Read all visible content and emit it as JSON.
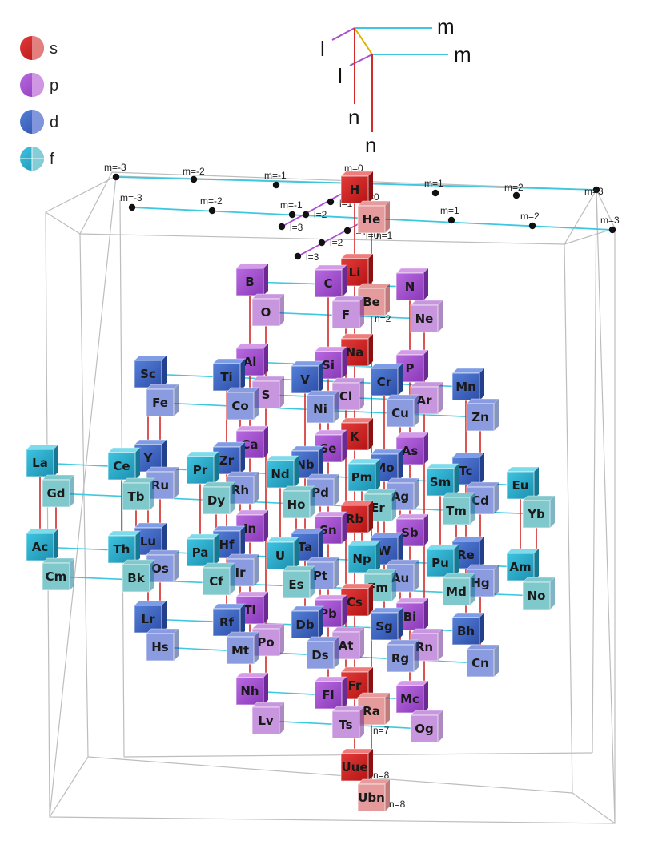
{
  "legend": [
    {
      "label": "s",
      "color": "#d42a2a",
      "shade": "#e58a8a"
    },
    {
      "label": "p",
      "color": "#a64fd0",
      "shade": "#d59ee6"
    },
    {
      "label": "d",
      "color": "#3e63c2",
      "shade": "#8a9be0"
    },
    {
      "label": "f",
      "color": "#2bb2cf",
      "shade": "#8ed2d8"
    }
  ],
  "axis_labels": {
    "m_back": "m",
    "m_front": "m",
    "l_back": "l",
    "l_front": "l",
    "n_back": "n",
    "n_front": "n"
  },
  "m_labels_back": [
    "m=-3",
    "m=-2",
    "m=-1",
    "m=0",
    "m=1",
    "m=2",
    "m=3"
  ],
  "m_labels_front": [
    "m=-3",
    "m=-2",
    "m=-1",
    "m=0",
    "m=1",
    "m=2",
    "m=3"
  ],
  "l_labels_back": [
    "l=1",
    "l=2",
    "l=3"
  ],
  "l_labels_front": [
    "l=0",
    "l=1",
    "l=2",
    "l=3"
  ],
  "n_labels": [
    "n=1",
    "n=2",
    "n=7",
    "n=8",
    "n=8"
  ],
  "elements": [
    {
      "symbol": "H",
      "block": "s"
    },
    {
      "symbol": "He",
      "block": "s"
    },
    {
      "symbol": "Li",
      "block": "s"
    },
    {
      "symbol": "Be",
      "block": "s"
    },
    {
      "symbol": "B",
      "block": "p"
    },
    {
      "symbol": "C",
      "block": "p"
    },
    {
      "symbol": "N",
      "block": "p"
    },
    {
      "symbol": "O",
      "block": "p"
    },
    {
      "symbol": "F",
      "block": "p"
    },
    {
      "symbol": "Ne",
      "block": "p"
    },
    {
      "symbol": "Na",
      "block": "s"
    },
    {
      "symbol": "Al",
      "block": "p"
    },
    {
      "symbol": "Si",
      "block": "p"
    },
    {
      "symbol": "P",
      "block": "p"
    },
    {
      "symbol": "S",
      "block": "p"
    },
    {
      "symbol": "Cl",
      "block": "p"
    },
    {
      "symbol": "Ar",
      "block": "p"
    },
    {
      "symbol": "Sc",
      "block": "d"
    },
    {
      "symbol": "Ti",
      "block": "d"
    },
    {
      "symbol": "V",
      "block": "d"
    },
    {
      "symbol": "Cr",
      "block": "d"
    },
    {
      "symbol": "Mn",
      "block": "d"
    },
    {
      "symbol": "Fe",
      "block": "d"
    },
    {
      "symbol": "Co",
      "block": "d"
    },
    {
      "symbol": "Ni",
      "block": "d"
    },
    {
      "symbol": "Cu",
      "block": "d"
    },
    {
      "symbol": "Zn",
      "block": "d"
    },
    {
      "symbol": "K",
      "block": "s"
    },
    {
      "symbol": "Ca",
      "block": "p"
    },
    {
      "symbol": "Se",
      "block": "p"
    },
    {
      "symbol": "As",
      "block": "p"
    },
    {
      "symbol": "La",
      "block": "f"
    },
    {
      "symbol": "Ce",
      "block": "f"
    },
    {
      "symbol": "Y",
      "block": "d"
    },
    {
      "symbol": "Pr",
      "block": "f"
    },
    {
      "symbol": "Zr",
      "block": "d"
    },
    {
      "symbol": "Nd",
      "block": "f"
    },
    {
      "symbol": "Nb",
      "block": "d"
    },
    {
      "symbol": "Pm",
      "block": "f"
    },
    {
      "symbol": "Mo",
      "block": "d"
    },
    {
      "symbol": "Sm",
      "block": "f"
    },
    {
      "symbol": "Tc",
      "block": "d"
    },
    {
      "symbol": "Eu",
      "block": "f"
    },
    {
      "symbol": "Gd",
      "block": "f"
    },
    {
      "symbol": "Tb",
      "block": "f"
    },
    {
      "symbol": "Ru",
      "block": "d"
    },
    {
      "symbol": "Dy",
      "block": "f"
    },
    {
      "symbol": "Rh",
      "block": "d"
    },
    {
      "symbol": "Ho",
      "block": "f"
    },
    {
      "symbol": "Pd",
      "block": "d"
    },
    {
      "symbol": "Er",
      "block": "f"
    },
    {
      "symbol": "Ag",
      "block": "d"
    },
    {
      "symbol": "Tm",
      "block": "f"
    },
    {
      "symbol": "Cd",
      "block": "d"
    },
    {
      "symbol": "Yb",
      "block": "f"
    },
    {
      "symbol": "Rb",
      "block": "s"
    },
    {
      "symbol": "In",
      "block": "p"
    },
    {
      "symbol": "Sn",
      "block": "p"
    },
    {
      "symbol": "Sb",
      "block": "p"
    },
    {
      "symbol": "Ac",
      "block": "f"
    },
    {
      "symbol": "Th",
      "block": "f"
    },
    {
      "symbol": "Lu",
      "block": "d"
    },
    {
      "symbol": "Pa",
      "block": "f"
    },
    {
      "symbol": "Hf",
      "block": "d"
    },
    {
      "symbol": "U",
      "block": "f"
    },
    {
      "symbol": "Ta",
      "block": "d"
    },
    {
      "symbol": "Np",
      "block": "f"
    },
    {
      "symbol": "W",
      "block": "d"
    },
    {
      "symbol": "Pu",
      "block": "f"
    },
    {
      "symbol": "Re",
      "block": "d"
    },
    {
      "symbol": "Am",
      "block": "f"
    },
    {
      "symbol": "Cm",
      "block": "f"
    },
    {
      "symbol": "Bk",
      "block": "f"
    },
    {
      "symbol": "Os",
      "block": "d"
    },
    {
      "symbol": "Cf",
      "block": "f"
    },
    {
      "symbol": "Ir",
      "block": "d"
    },
    {
      "symbol": "Es",
      "block": "f"
    },
    {
      "symbol": "Pt",
      "block": "d"
    },
    {
      "symbol": "Fm",
      "block": "f"
    },
    {
      "symbol": "Au",
      "block": "d"
    },
    {
      "symbol": "Md",
      "block": "f"
    },
    {
      "symbol": "Hg",
      "block": "d"
    },
    {
      "symbol": "No",
      "block": "f"
    },
    {
      "symbol": "Cs",
      "block": "s"
    },
    {
      "symbol": "Tl",
      "block": "p"
    },
    {
      "symbol": "Pb",
      "block": "p"
    },
    {
      "symbol": "Bi",
      "block": "p"
    },
    {
      "symbol": "Lr",
      "block": "d"
    },
    {
      "symbol": "Rf",
      "block": "d"
    },
    {
      "symbol": "Db",
      "block": "d"
    },
    {
      "symbol": "Sg",
      "block": "d"
    },
    {
      "symbol": "Bh",
      "block": "d"
    },
    {
      "symbol": "Hs",
      "block": "d"
    },
    {
      "symbol": "Mt",
      "block": "d"
    },
    {
      "symbol": "Po",
      "block": "p"
    },
    {
      "symbol": "Ds",
      "block": "d"
    },
    {
      "symbol": "At",
      "block": "p"
    },
    {
      "symbol": "Rg",
      "block": "d"
    },
    {
      "symbol": "Rn",
      "block": "p"
    },
    {
      "symbol": "Cn",
      "block": "d"
    },
    {
      "symbol": "Fr",
      "block": "s"
    },
    {
      "symbol": "Nh",
      "block": "p"
    },
    {
      "symbol": "Fl",
      "block": "p"
    },
    {
      "symbol": "Mc",
      "block": "p"
    },
    {
      "symbol": "Ra",
      "block": "s"
    },
    {
      "symbol": "Lv",
      "block": "p"
    },
    {
      "symbol": "Ts",
      "block": "p"
    },
    {
      "symbol": "Og",
      "block": "p"
    },
    {
      "symbol": "Uue",
      "block": "s"
    },
    {
      "symbol": "Ubn",
      "block": "s"
    }
  ]
}
